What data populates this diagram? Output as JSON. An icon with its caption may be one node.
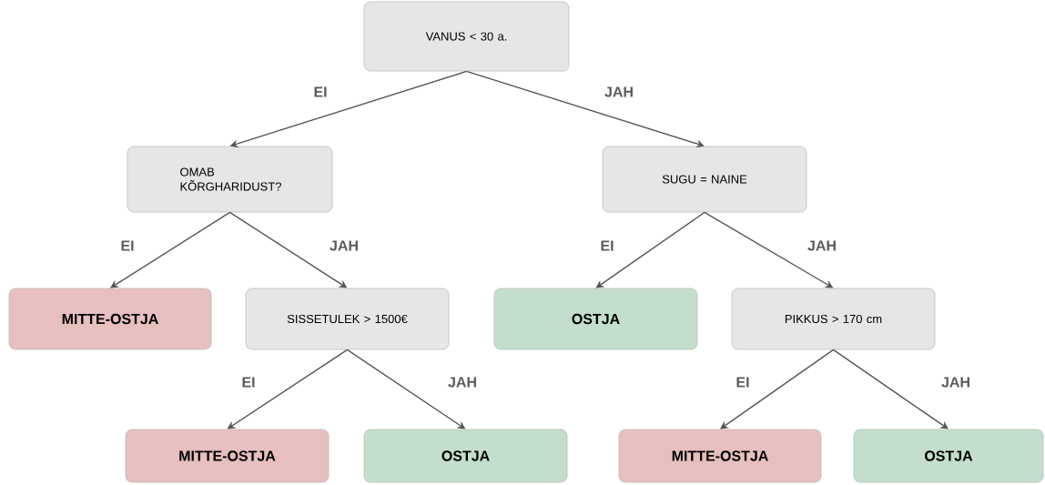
{
  "diagram": {
    "nodes": [
      {
        "text": [
          "VANUS < 30 a."
        ]
      },
      {
        "text": [
          "OMAB KÕRGHARIDUST?"
        ]
      },
      {
        "text": [
          "SUGU = NAINE"
        ]
      },
      {
        "text": [
          "MITTE-OSTJA"
        ]
      },
      {
        "text": [
          "SISSETULEK > 1500€"
        ]
      },
      {
        "text": [
          "OSTJA"
        ]
      },
      {
        "text": [
          "PIKKUS > 170 cm"
        ]
      },
      {
        "text": [
          "MITTE-OSTJA"
        ]
      },
      {
        "text": [
          "OSTJA"
        ]
      },
      {
        "text": [
          "MITTE-OSTJA"
        ]
      },
      {
        "text": [
          "OSTJA"
        ]
      }
    ],
    "edges": [
      {
        "from": 0,
        "to": 1,
        "arrow": "to",
        "label": "EI"
      },
      {
        "from": 0,
        "to": 2,
        "arrow": "to",
        "label": "JAH"
      },
      {
        "from": 1,
        "to": 3,
        "arrow": "to",
        "label": "EI"
      },
      {
        "from": 1,
        "to": 4,
        "arrow": "to",
        "label": "JAH"
      },
      {
        "from": 2,
        "to": 5,
        "arrow": "to",
        "label": "EI"
      },
      {
        "from": 2,
        "to": 6,
        "arrow": "to",
        "label": "JAH"
      },
      {
        "from": 4,
        "to": 7,
        "arrow": "to",
        "label": "EI"
      },
      {
        "from": 4,
        "to": 8,
        "arrow": "to",
        "label": "JAH"
      },
      {
        "from": 6,
        "to": 9,
        "arrow": "to",
        "label": "EI"
      },
      {
        "from": 6,
        "to": 10,
        "arrow": "to",
        "label": "JAH"
      }
    ]
  }
}
